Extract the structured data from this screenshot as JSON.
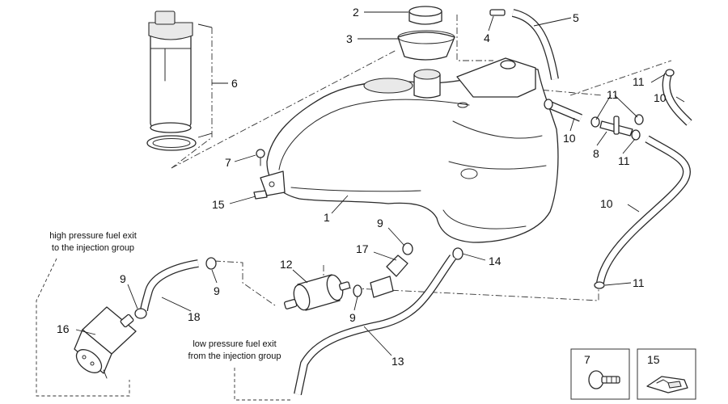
{
  "callouts": {
    "c1": "1",
    "c2": "2",
    "c3": "3",
    "c4": "4",
    "c5": "5",
    "c6": "6",
    "c7": "7",
    "c8": "8",
    "c9a": "9",
    "c9b": "9",
    "c9c": "9",
    "c9d": "9",
    "c10a": "10",
    "c10b": "10",
    "c10c": "10",
    "c11a": "11",
    "c11b": "11",
    "c11c": "11",
    "c11d": "11",
    "c12": "12",
    "c13": "13",
    "c14": "14",
    "c15": "15",
    "c16": "16",
    "c17": "17",
    "c18": "18"
  },
  "notes": {
    "high_pressure_line1": "high pressure fuel exit",
    "high_pressure_line2": "to the injection group",
    "low_pressure_line1": "low pressure fuel exit",
    "low_pressure_line2": "from the injection group"
  },
  "inset_boxes": {
    "left_label": "7",
    "right_label": "15"
  }
}
